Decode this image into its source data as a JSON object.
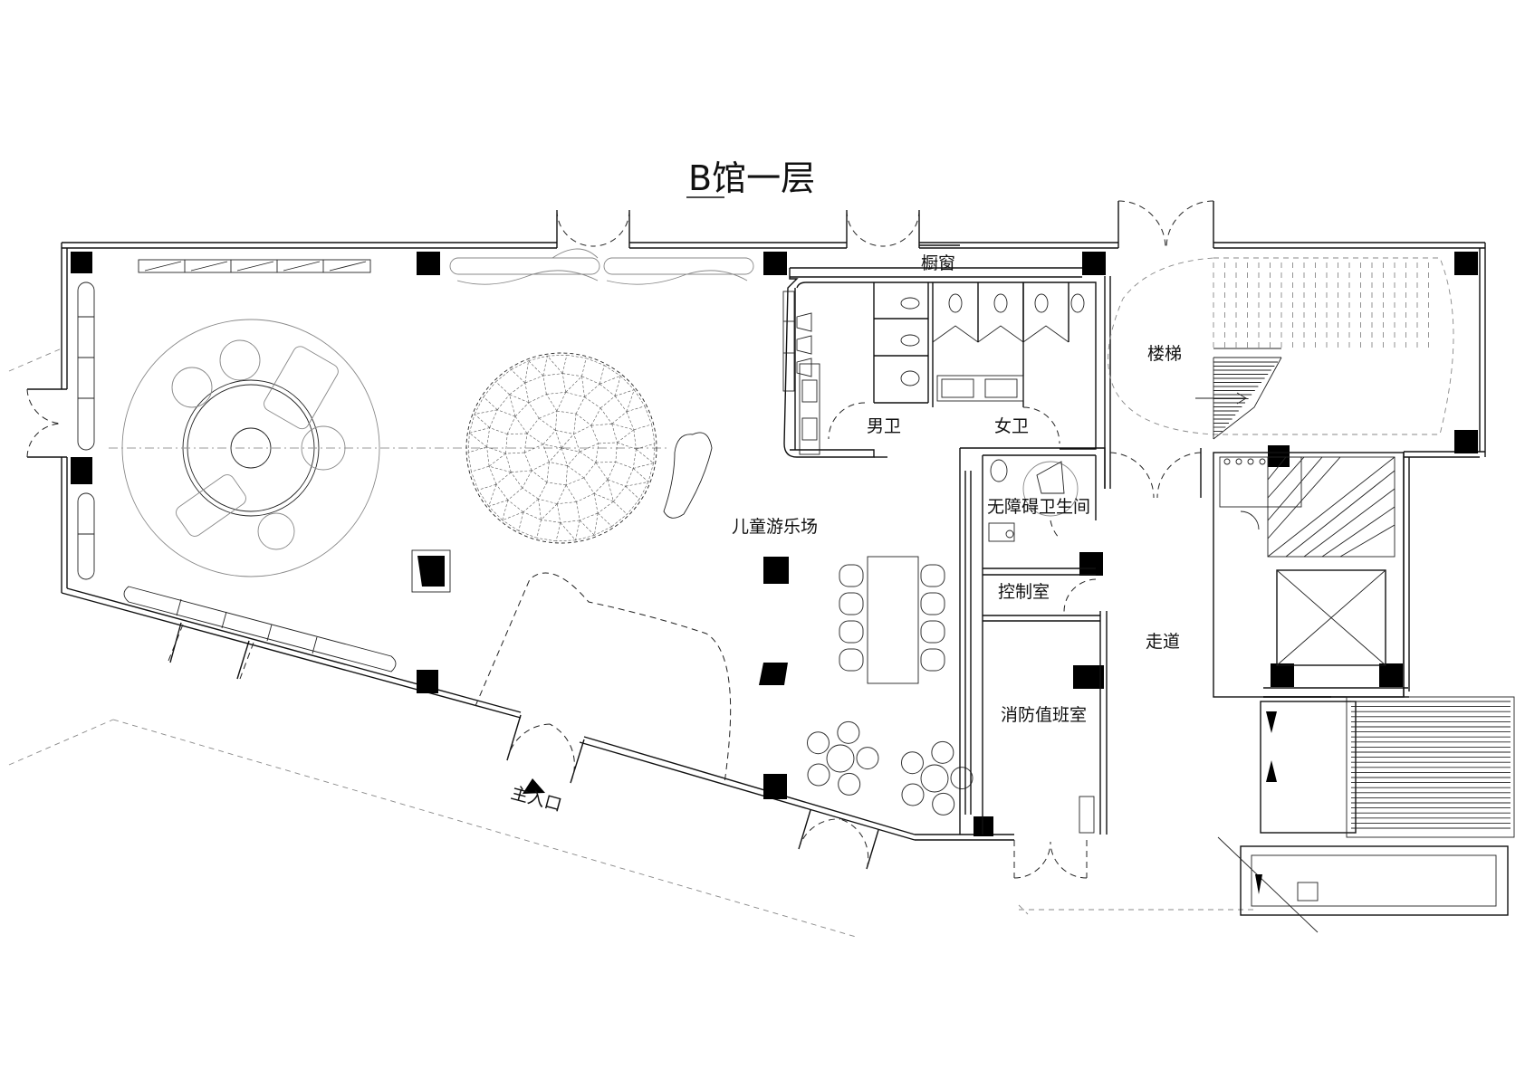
{
  "title": "B馆一层",
  "rooms": {
    "showcase": "橱窗",
    "stairs": "楼梯",
    "mens_toilet": "男卫",
    "womens_toilet": "女卫",
    "accessible_toilet": "无障碍卫生间",
    "kids_play_area": "儿童游乐场",
    "control_room": "控制室",
    "corridor": "走道",
    "fire_duty_room": "消防值班室",
    "main_entrance": "主入口"
  }
}
